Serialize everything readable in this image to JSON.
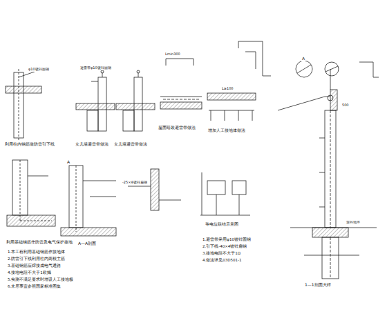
{
  "diagram": {
    "labels": [
      "利用柱内钢筋做防雷引下线",
      "女儿墙避雷带做法",
      "女儿墙避雷带做法",
      "屋面暗装避雷带做法",
      "增加人工接地体做法",
      "利用基础钢筋作防雷及电气保护接地",
      "A—A剖面",
      "等电位联结示意图",
      "1—1剖面大样",
      "1.本工程利用基础钢筋作接地体",
      "2.防雷引下线利用柱内两根主筋",
      "3.基础钢筋应焊接成电气通路",
      "4.接地电阻不大于1欧姆",
      "5.实测不满足要求时增设人工接地极",
      "6.未尽事宜参照国家标准图集",
      "1.避雷带采用φ10镀锌圆钢",
      "2.引下线-40×4镀锌扁钢",
      "3.接地电阻不大于1Ω",
      "4.做法详见03D501-1",
      "φ10镀锌圆钢",
      "避雷带φ10镀锌圆钢",
      "Lmin300",
      "L≥100",
      "-25×4镀锌扁钢",
      "A",
      "A",
      "500",
      "室外地坪"
    ]
  }
}
